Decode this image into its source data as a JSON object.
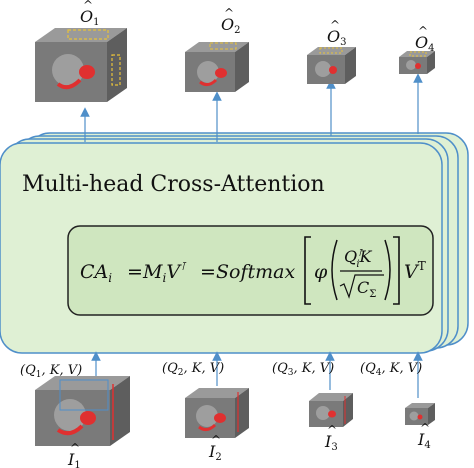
{
  "module": {
    "title": "Multi-head Cross-Attention"
  },
  "formula": {
    "lhs_main": "CA",
    "lhs_sub": "i",
    "eq1": "=",
    "m_main": "M",
    "m_sub": "i",
    "v_main": "V",
    "v_sup": "⊺",
    "eq2": "=",
    "softmax": "Softmax",
    "phi": "φ",
    "q_main": "Q",
    "q_sup": "⊺",
    "q_sub": "i",
    "k_main": "K",
    "c_main": "C",
    "c_sub": "Σ",
    "vt_main": "V",
    "vt_sup": "T"
  },
  "outputs": [
    {
      "hat": "^",
      "main": "O",
      "sub": "1"
    },
    {
      "hat": "^",
      "main": "O",
      "sub": "2"
    },
    {
      "hat": "^",
      "main": "O",
      "sub": "3"
    },
    {
      "hat": "^",
      "main": "O",
      "sub": "4"
    }
  ],
  "inputs": [
    {
      "hat": "^",
      "main": "I",
      "sub": "1",
      "tuple": "(Q1, K, V)",
      "q_sub": "1"
    },
    {
      "hat": "^",
      "main": "I",
      "sub": "2",
      "tuple": "(Q2, K, V)",
      "q_sub": "2"
    },
    {
      "hat": "^",
      "main": "I",
      "sub": "3",
      "tuple": "(Q3, K, V)",
      "q_sub": "3"
    },
    {
      "hat": "^",
      "main": "I",
      "sub": "4",
      "tuple": "(Q4, K, V)",
      "q_sub": "4"
    }
  ],
  "colors": {
    "panel_fill": "#dff0d4",
    "panel_stroke": "#4f8fc9",
    "formula_fill": "#cfe6bf",
    "formula_stroke": "#222222",
    "arrow": "#4f8fc9",
    "cube_front": "#7a7a7a",
    "cube_top": "#9a9a9a",
    "cube_side": "#5e5e5e",
    "highlight": "#e03030",
    "accent_yellow": "#e8c23a"
  }
}
